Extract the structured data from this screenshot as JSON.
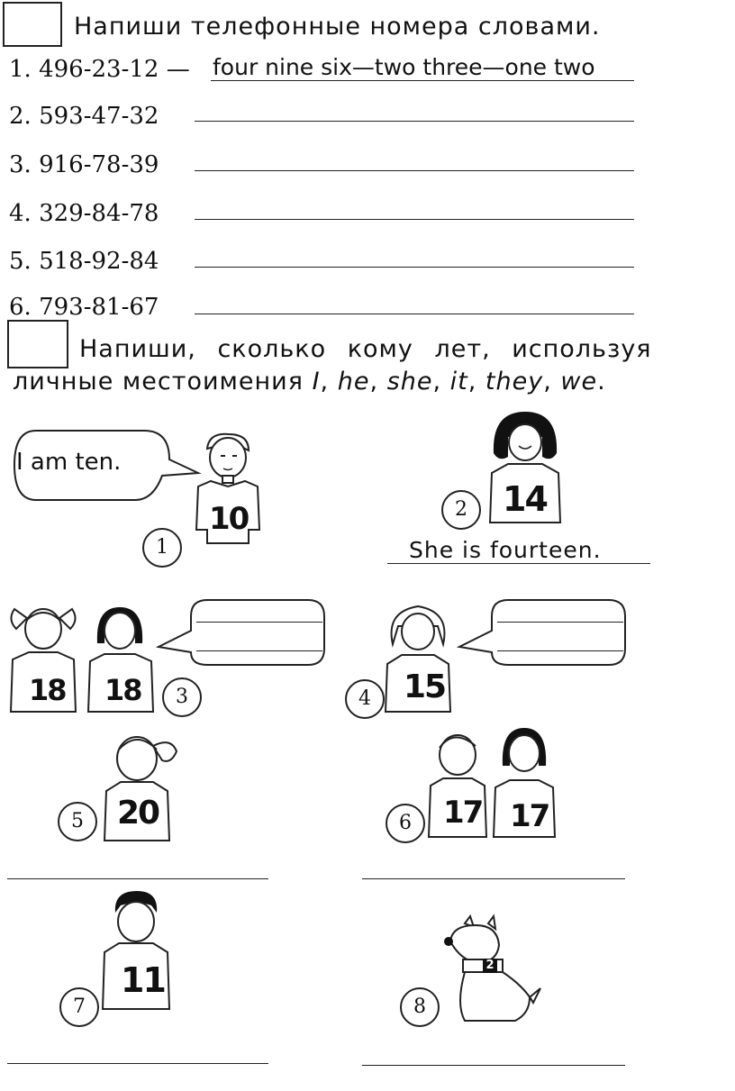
{
  "task1": {
    "title": "Напиши телефонные номера словами.",
    "rows": [
      {
        "label": "1. 496-23-12 —",
        "answer": "four nine six—two three—one two"
      },
      {
        "label": "2. 593-47-32",
        "answer": ""
      },
      {
        "label": "3. 916-78-39",
        "answer": ""
      },
      {
        "label": "4. 329-84-78",
        "answer": ""
      },
      {
        "label": "5. 518-92-84",
        "answer": ""
      },
      {
        "label": "6. 793-81-67",
        "answer": ""
      }
    ]
  },
  "task2": {
    "title_line1": "Напиши, сколько кому лет, используя",
    "title_line2_prefix": "личные местоимения",
    "pronouns": [
      "I",
      "he",
      "she",
      "it",
      "they",
      "we"
    ],
    "punct_comma": ",",
    "punct_period": "."
  },
  "pictures": [
    {
      "number": "1",
      "jersey": "10",
      "speech": "I am ten."
    },
    {
      "number": "2",
      "jersey": "14",
      "answer": "She is fourteen."
    },
    {
      "number": "3",
      "jersey_left": "18",
      "jersey_right": "18"
    },
    {
      "number": "4",
      "jersey": "15"
    },
    {
      "number": "5",
      "jersey": "20"
    },
    {
      "number": "6",
      "jersey_left": "17",
      "jersey_right": "17"
    },
    {
      "number": "7",
      "jersey": "11"
    },
    {
      "number": "8",
      "collar": "2"
    }
  ]
}
